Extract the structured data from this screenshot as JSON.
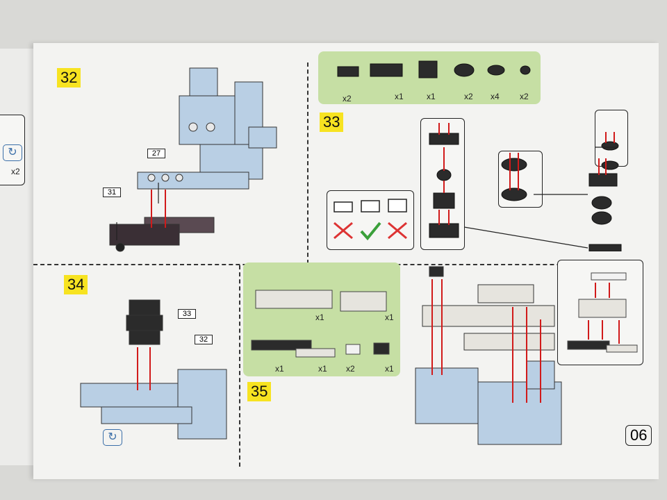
{
  "steps": {
    "s32": "32",
    "s33": "33",
    "s34": "34",
    "s35": "35"
  },
  "callouts": {
    "c27": "27",
    "c31": "31",
    "c33": "33",
    "c32": "32"
  },
  "left_edge": {
    "qty": "x2"
  },
  "step33_parts": [
    "x2",
    "x1",
    "x1",
    "x2",
    "x4",
    "x2"
  ],
  "step35_parts": [
    "x1",
    "x1",
    "x1",
    "x1",
    "x2",
    "x1"
  ],
  "page_number": "06",
  "icons": {
    "rotate": "rotate-icon",
    "check": "check-icon",
    "cross": "cross-icon"
  },
  "colors": {
    "highlight": "#f7e321",
    "parts_panel": "#c6dfa4",
    "arrow": "#d11a1a",
    "brick_blue": "#b9cfe4"
  }
}
